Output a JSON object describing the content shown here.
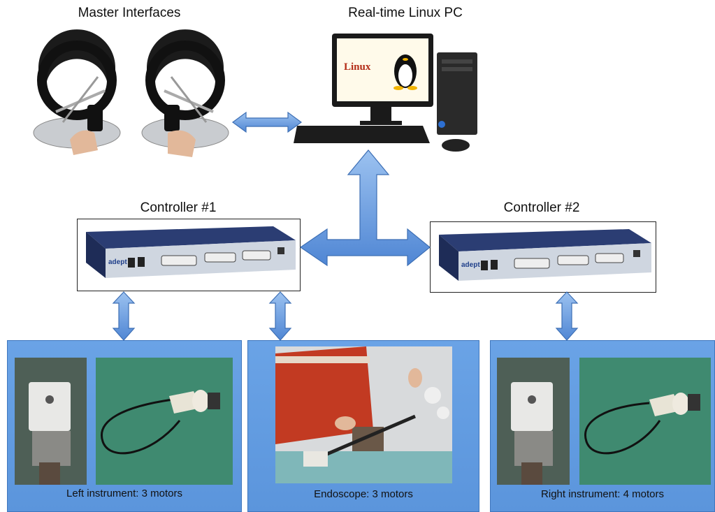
{
  "labels": {
    "master_interfaces": "Master Interfaces",
    "pc": "Real-time Linux PC",
    "controller1": "Controller #1",
    "controller2": "Controller #2"
  },
  "screen": {
    "logo_text": "Linux"
  },
  "device": {
    "brand": "adept"
  },
  "captions": {
    "left": "Left instrument: 3 motors",
    "endoscope": "Endoscope: 3 motors",
    "right": "Right instrument: 4 motors"
  },
  "colors": {
    "arrow_fill": "#5f97e0",
    "arrow_stroke": "#3d6fb5",
    "panel": "#6aa3e6",
    "controller_body": "#2b3d73",
    "controller_front": "#cfd6e0"
  }
}
